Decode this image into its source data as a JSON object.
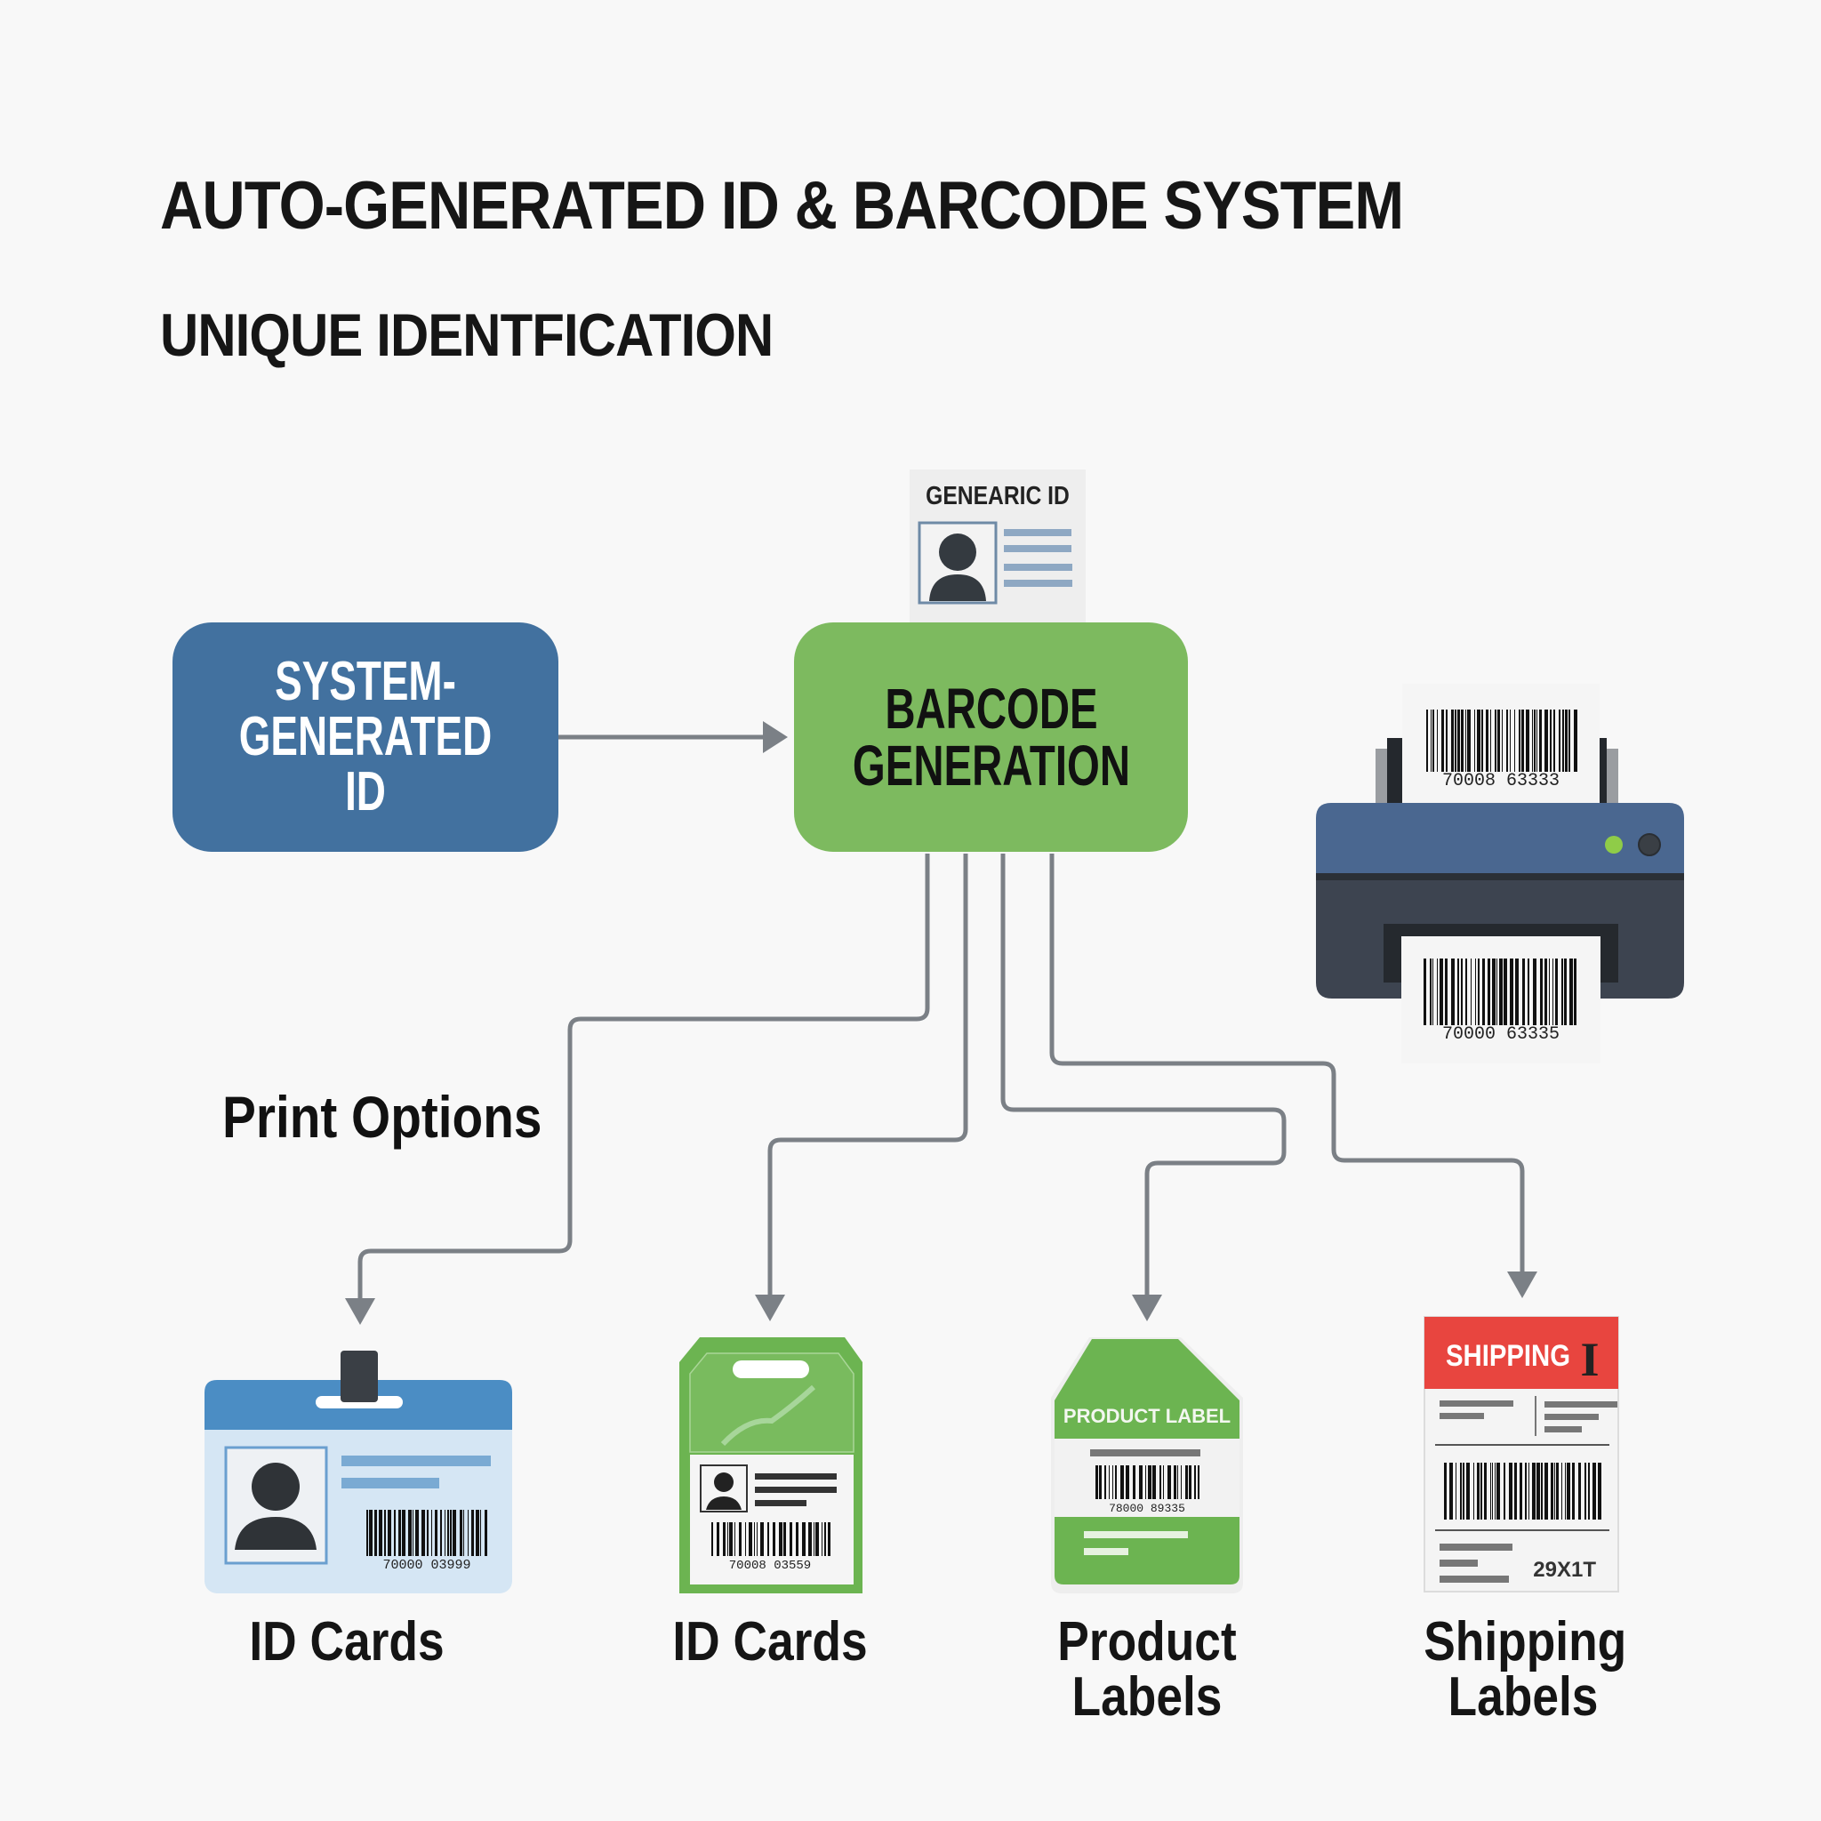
{
  "header": {
    "title": "AUTO-GENERATED ID & BARCODE SYSTEM",
    "subtitle": "UNIQUE IDENTFICATION"
  },
  "nodes": {
    "system_id": {
      "line1": "SYSTEM-",
      "line2": "GENERATED ID"
    },
    "barcode_generation": {
      "line1": "BARCODE",
      "line2": "GENERATION"
    },
    "generic_id_card": {
      "title": "GENEARIC ID"
    }
  },
  "printer": {
    "top_barcode": "70008 63333",
    "bottom_barcode": "70000 63335"
  },
  "print_options_label": "Print Options",
  "outputs": [
    {
      "label_line1": "ID Cards",
      "label_line2": "",
      "barcode": "70000 03999",
      "type": "badge-blue"
    },
    {
      "label_line1": "ID Cards",
      "label_line2": "",
      "barcode": "70008 03559",
      "type": "tag-green"
    },
    {
      "label_line1": "Product",
      "label_line2": "Labels",
      "barcode": "78000 89335",
      "header": "PRODUCT LABEL",
      "type": "product-label"
    },
    {
      "label_line1": "Shipping",
      "label_line2": "Labels",
      "header": "SHIPPING",
      "code": "29X1T",
      "type": "shipping-label"
    }
  ],
  "colors": {
    "blue": "#42719f",
    "green": "#7dba5f",
    "connector": "#7b8086",
    "red": "#e8453f",
    "printer_top": "#4a6790",
    "printer_body": "#3d4450"
  }
}
